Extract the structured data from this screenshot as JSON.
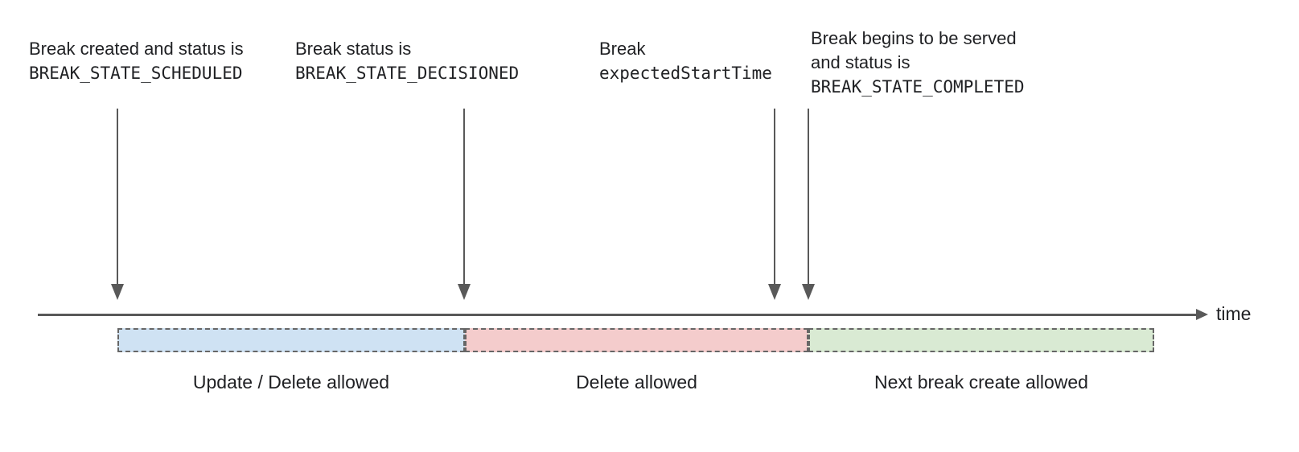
{
  "annotations": {
    "scheduled": {
      "line1": "Break created and status is",
      "code": "BREAK_STATE_SCHEDULED"
    },
    "decisioned": {
      "line1": "Break status is",
      "code": "BREAK_STATE_DECISIONED"
    },
    "expected_start": {
      "line1": "Break",
      "code": "expectedStartTime"
    },
    "completed": {
      "line1": "Break begins to be served",
      "line2": "and status is",
      "code": "BREAK_STATE_COMPLETED"
    }
  },
  "timeline": {
    "axis_label": "time"
  },
  "segments": {
    "update_delete": {
      "label": "Update / Delete allowed",
      "fill": "#cfe2f3"
    },
    "delete_only": {
      "label": "Delete allowed",
      "fill": "#f4cccc"
    },
    "next_create": {
      "label": "Next break create allowed",
      "fill": "#d9ead3"
    }
  },
  "colors": {
    "arrow": "#595959",
    "dash_border": "#666666",
    "text": "#202124"
  }
}
